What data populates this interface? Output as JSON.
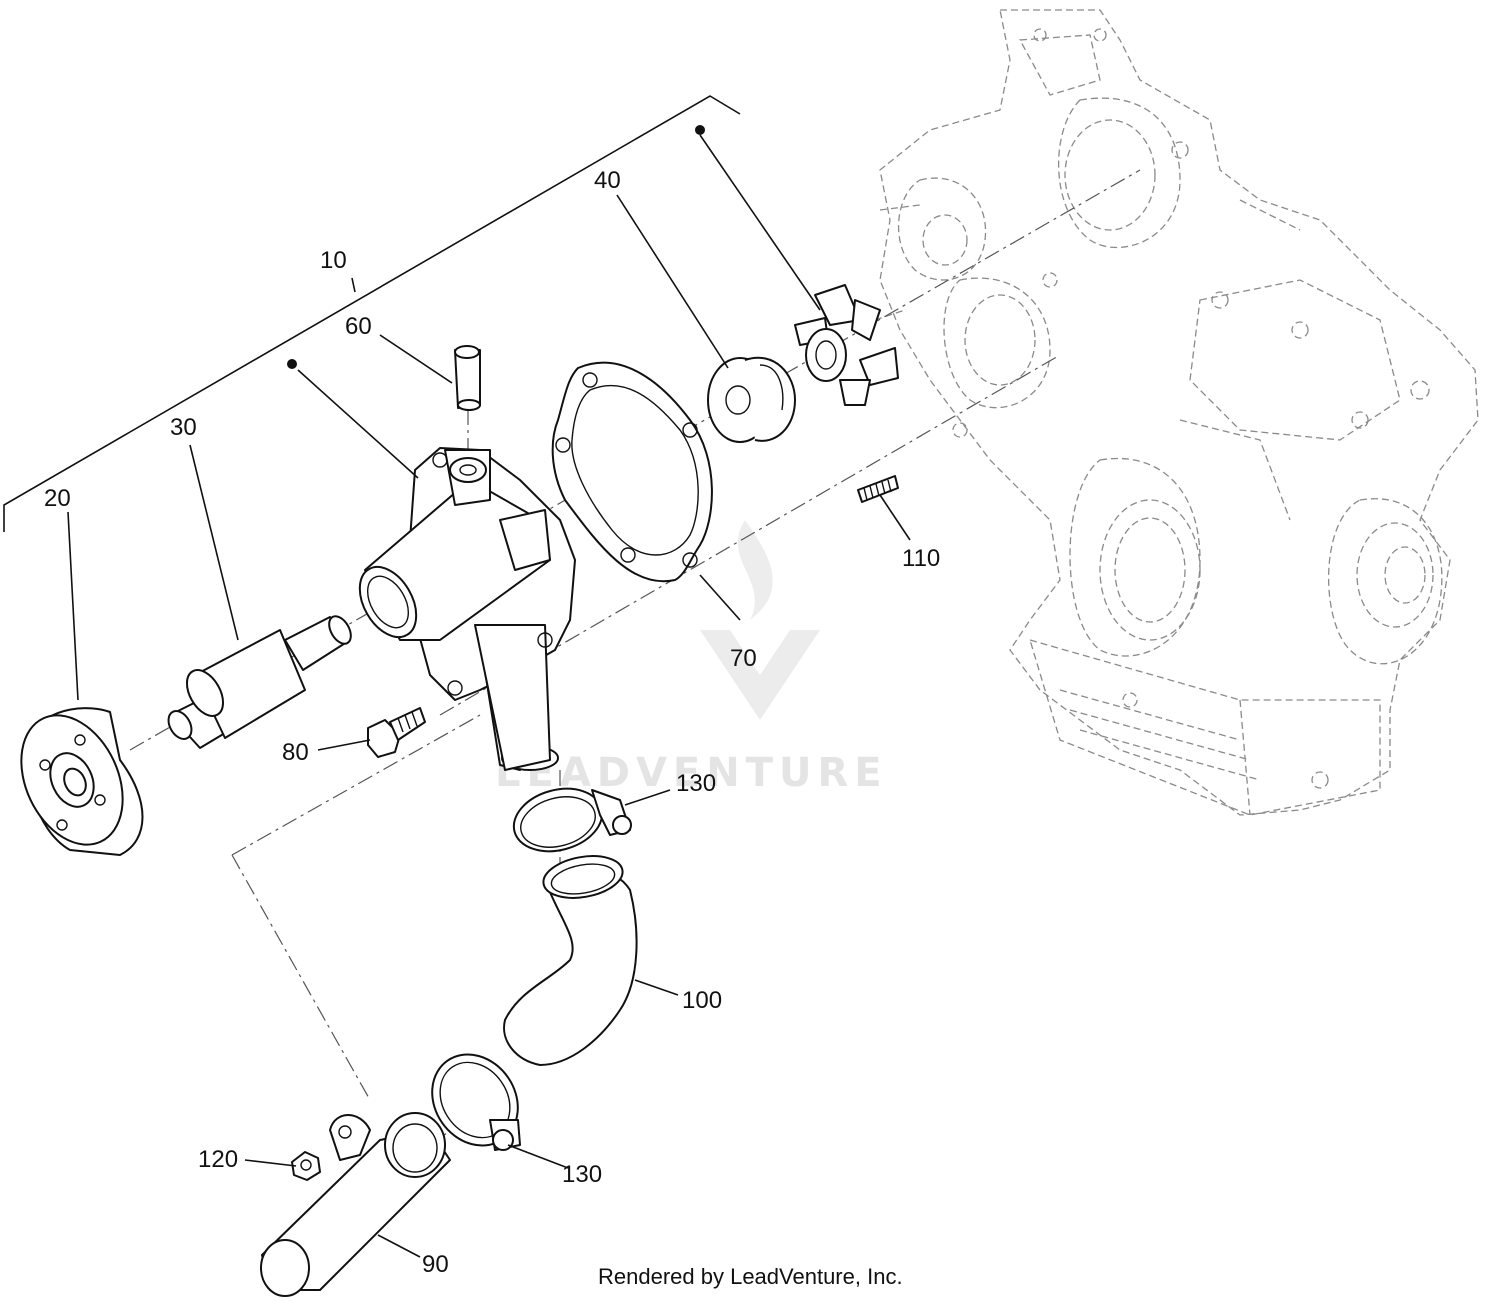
{
  "diagram": {
    "callouts": {
      "c10": "10",
      "c20": "20",
      "c30": "30",
      "c40": "40",
      "c60": "60",
      "c70": "70",
      "c80": "80",
      "c90": "90",
      "c100": "100",
      "c110": "110",
      "c120": "120",
      "c130a": "130",
      "c130b": "130"
    },
    "watermark": "LEADVENTURE",
    "footer": "Rendered by LeadVenture, Inc."
  }
}
